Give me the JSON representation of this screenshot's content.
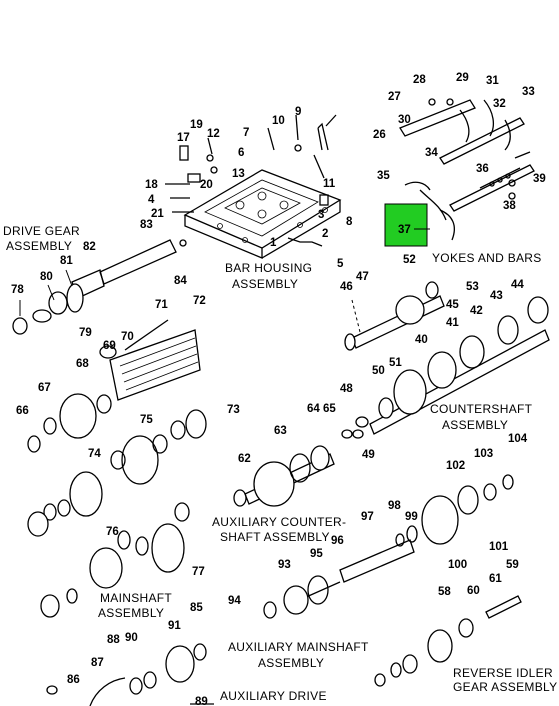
{
  "highlight": {
    "color": "#22cc22",
    "callout": "37"
  },
  "labels": {
    "drive_gear_1": "DRIVE GEAR",
    "drive_gear_2": "ASSEMBLY",
    "bar_housing_1": "BAR HOUSING",
    "bar_housing_2": "ASSEMBLY",
    "yokes_bars": "YOKES AND BARS",
    "countershaft_1": "COUNTERSHAFT",
    "countershaft_2": "ASSEMBLY",
    "aux_counter_1": "AUXILIARY COUNTER-",
    "aux_counter_2": "SHAFT ASSEMBLY",
    "mainshaft_1": "MAINSHAFT",
    "mainshaft_2": "ASSEMBLY",
    "aux_mainshaft_1": "AUXILIARY MAINSHAFT",
    "aux_mainshaft_2": "ASSEMBLY",
    "reverse_idler_1": "REVERSE IDLER",
    "reverse_idler_2": "GEAR ASSEMBLY",
    "aux_drive_1": "AUXILIARY DRIVE"
  },
  "callouts": [
    "1",
    "2",
    "3",
    "4",
    "5",
    "6",
    "7",
    "8",
    "9",
    "10",
    "11",
    "12",
    "13",
    "17",
    "18",
    "19",
    "20",
    "21",
    "26",
    "27",
    "28",
    "29",
    "30",
    "31",
    "32",
    "33",
    "34",
    "35",
    "36",
    "38",
    "39",
    "40",
    "41",
    "42",
    "43",
    "44",
    "45",
    "46",
    "47",
    "48",
    "49",
    "50",
    "51",
    "52",
    "53",
    "58",
    "59",
    "60",
    "61",
    "62",
    "63",
    "64",
    "65",
    "66",
    "67",
    "68",
    "69",
    "70",
    "71",
    "72",
    "73",
    "74",
    "75",
    "76",
    "77",
    "78",
    "79",
    "80",
    "81",
    "82",
    "83",
    "84",
    "85",
    "86",
    "87",
    "88",
    "89",
    "90",
    "91",
    "93",
    "94",
    "95",
    "96",
    "97",
    "98",
    "99",
    "100",
    "101",
    "102",
    "103",
    "104"
  ]
}
